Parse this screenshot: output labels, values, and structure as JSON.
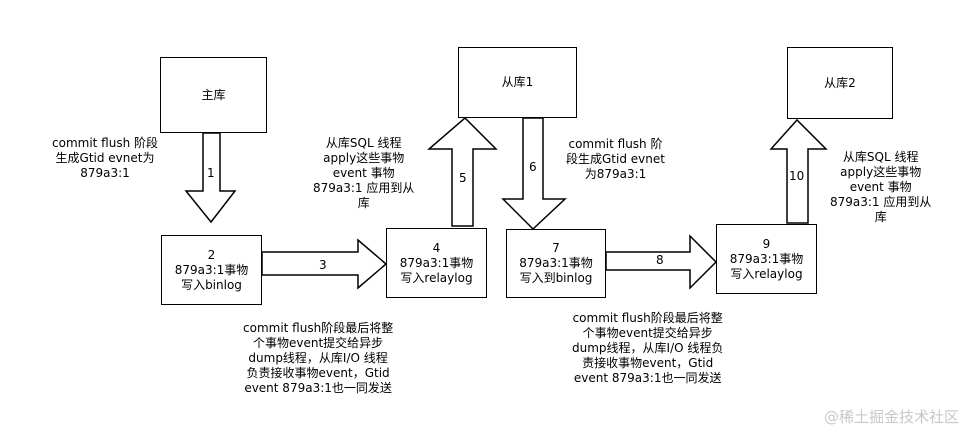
{
  "nodes": {
    "master": "主库",
    "slave1": "从库1",
    "slave2": "从库2",
    "step2": [
      "2",
      "879a3:1事物",
      "写入binlog"
    ],
    "step4": [
      "4",
      "879a3:1事物",
      "写入relaylog"
    ],
    "step7": [
      "7",
      "879a3:1事物",
      "写入到binlog"
    ],
    "step9": [
      "9",
      "879a3:1事物",
      "写入relaylog"
    ]
  },
  "arrow_labels": {
    "a1": "1",
    "a3": "3",
    "a5": "5",
    "a6": "6",
    "a8": "8",
    "a10": "10"
  },
  "notes": {
    "master_flush": [
      "commit flush 阶段",
      "生成Gtid evnet为",
      "879a3:1"
    ],
    "slave1_sql": [
      "从库SQL 线程",
      "apply这些事物",
      "event 事物",
      "879a3:1 应用到从",
      "库"
    ],
    "slave1_flush": [
      "commit flush 阶",
      "段生成Gtid evnet",
      "为879a3:1"
    ],
    "slave2_sql": [
      "从库SQL 线程",
      "apply这些事物",
      "event 事物",
      "879a3:1 应用到从",
      "库"
    ],
    "master_dump": [
      "commit flush阶段最后将整",
      "个事物event提交给异步",
      "dump线程，从库I/O 线程",
      "负责接收事物event，Gtid",
      "event 879a3:1也一同发送"
    ],
    "slave1_dump": [
      "commit flush阶段最后将整",
      "个事物event提交给异步",
      "dump线程，从库I/O 线程负",
      "责接收事物event，Gtid",
      "event 879a3:1也一同发送"
    ]
  },
  "watermark": "@稀土掘金技术社区"
}
